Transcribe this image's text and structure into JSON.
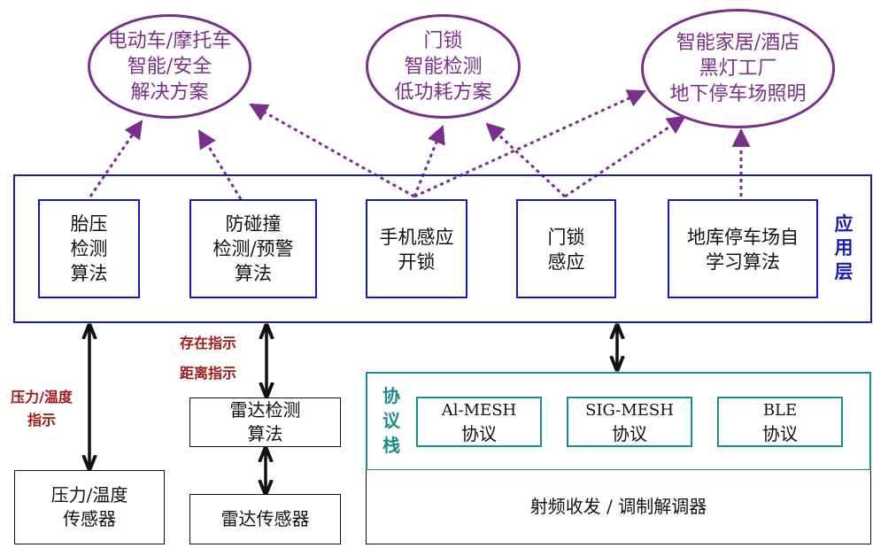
{
  "solutions": [
    {
      "lines": [
        "电动车/摩托车",
        "智能/安全",
        "解决方案"
      ]
    },
    {
      "lines": [
        "门锁",
        "智能检测",
        "低功耗方案"
      ]
    },
    {
      "lines": [
        "智能家居/酒店",
        "黑灯工厂",
        "地下停车场照明"
      ]
    }
  ],
  "application_layer": {
    "label": [
      "应",
      "用",
      "层"
    ],
    "algorithms": [
      {
        "lines": [
          "胎压",
          "检测",
          "算法"
        ]
      },
      {
        "lines": [
          "防碰撞",
          "检测/预警",
          "算法"
        ]
      },
      {
        "lines": [
          "手机感应",
          "开锁"
        ]
      },
      {
        "lines": [
          "门锁",
          "感应"
        ]
      },
      {
        "lines": [
          "地库停车场自",
          "学习算法"
        ]
      }
    ]
  },
  "signals": {
    "pressure_temp": [
      "压力/温度",
      "指示"
    ],
    "presence": "存在指示",
    "distance": "距离指示"
  },
  "radar_algorithm": {
    "lines": [
      "雷达检测",
      "算法"
    ]
  },
  "pressure_sensor": {
    "lines": [
      "压力/温度",
      "传感器"
    ]
  },
  "radar_sensor": {
    "lines": [
      "雷达传感器"
    ]
  },
  "protocol_stack": {
    "label": [
      "协",
      "议",
      "栈"
    ],
    "protocols": [
      {
        "lines": [
          "Al-MESH",
          "协议"
        ]
      },
      {
        "lines": [
          "SIG-MESH",
          "协议"
        ]
      },
      {
        "lines": [
          "BLE",
          "协议"
        ]
      }
    ]
  },
  "rf_layer": "射频收发 / 调制解调器",
  "colors": {
    "purple": "#7a2f8c",
    "blue": "#1a1ab8",
    "teal": "#198c8c",
    "red": "#a01818",
    "black": "#111111"
  }
}
